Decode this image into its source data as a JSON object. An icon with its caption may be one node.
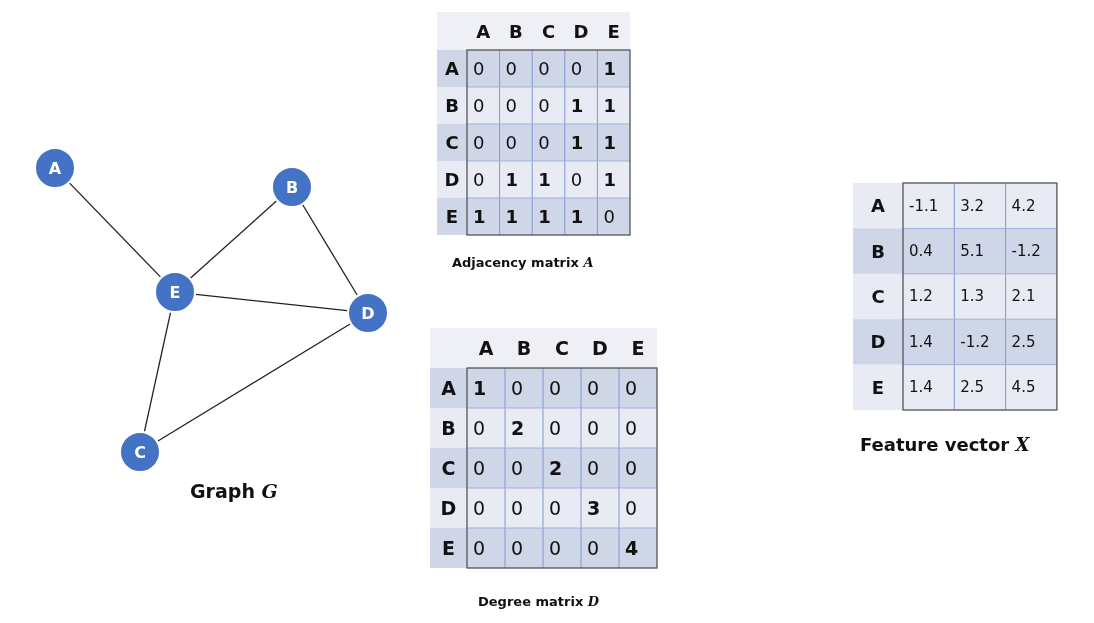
{
  "diagram": {
    "nodes": [
      {
        "text": [
          "A"
        ]
      },
      {
        "text": [
          "B"
        ]
      },
      {
        "text": [
          "E"
        ]
      },
      {
        "text": [
          "D"
        ]
      },
      {
        "text": [
          "C"
        ]
      }
    ],
    "edges": [
      {
        "from": 0,
        "to": 2,
        "arrow": "none"
      },
      {
        "from": 1,
        "to": 2,
        "arrow": "none"
      },
      {
        "from": 1,
        "to": 3,
        "arrow": "none"
      },
      {
        "from": 2,
        "to": 3,
        "arrow": "none"
      },
      {
        "from": 2,
        "to": 4,
        "arrow": "none"
      },
      {
        "from": 4,
        "to": 3,
        "arrow": "none"
      }
    ],
    "labels": [
      "A",
      "B",
      "C",
      "D",
      "E",
      "A",
      "0",
      "0",
      "0",
      "0",
      "1",
      "B",
      "0",
      "0",
      "0",
      "1",
      "1",
      "C",
      "0",
      "0",
      "0",
      "1",
      "1",
      "D",
      "0",
      "1",
      "1",
      "0",
      "1",
      "E",
      "1",
      "1",
      "1",
      "1",
      "0",
      "Adjacency matrix *A*",
      "A",
      "-1.1",
      "3.2",
      "4.2",
      "B",
      "0.4",
      "5.1",
      "-1.2",
      "C",
      "1.2",
      "1.3",
      "2.1",
      "D",
      "1.4",
      "-1.2",
      "2.5",
      "E",
      "1.4",
      "2.5",
      "4.5",
      "Feature vector *X*",
      "Graph *G*",
      "A",
      "B",
      "C",
      "D",
      "E",
      "A",
      "1",
      "0",
      "0",
      "0",
      "0",
      "B",
      "0",
      "2",
      "0",
      "0",
      "0",
      "C",
      "0",
      "0",
      "2",
      "0",
      "0",
      "D",
      "0",
      "0",
      "0",
      "3",
      "0",
      "E",
      "0",
      "0",
      "0",
      "0",
      "4",
      "Degree matrix *D*"
    ]
  }
}
